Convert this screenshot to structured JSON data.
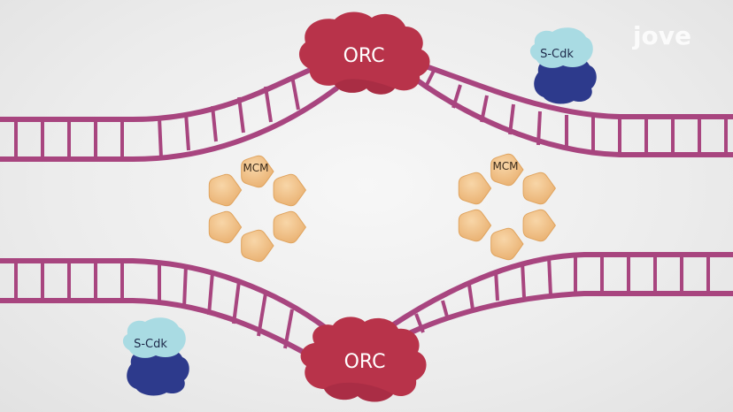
{
  "logo": {
    "text": "jove"
  },
  "orc_top": {
    "label": "ORC"
  },
  "orc_bottom": {
    "label": "ORC"
  },
  "mcm_left": {
    "label": "MCM"
  },
  "mcm_right": {
    "label": "MCM"
  },
  "scdk_top": {
    "label": "S-Cdk"
  },
  "scdk_bottom": {
    "label": "S-Cdk"
  },
  "colors": {
    "dna": "#a8457f",
    "orc": "#b8334a",
    "mcm": "#f2c48d",
    "cdk_light": "#a9dbe3",
    "cdk_dark": "#2d3a8c"
  }
}
